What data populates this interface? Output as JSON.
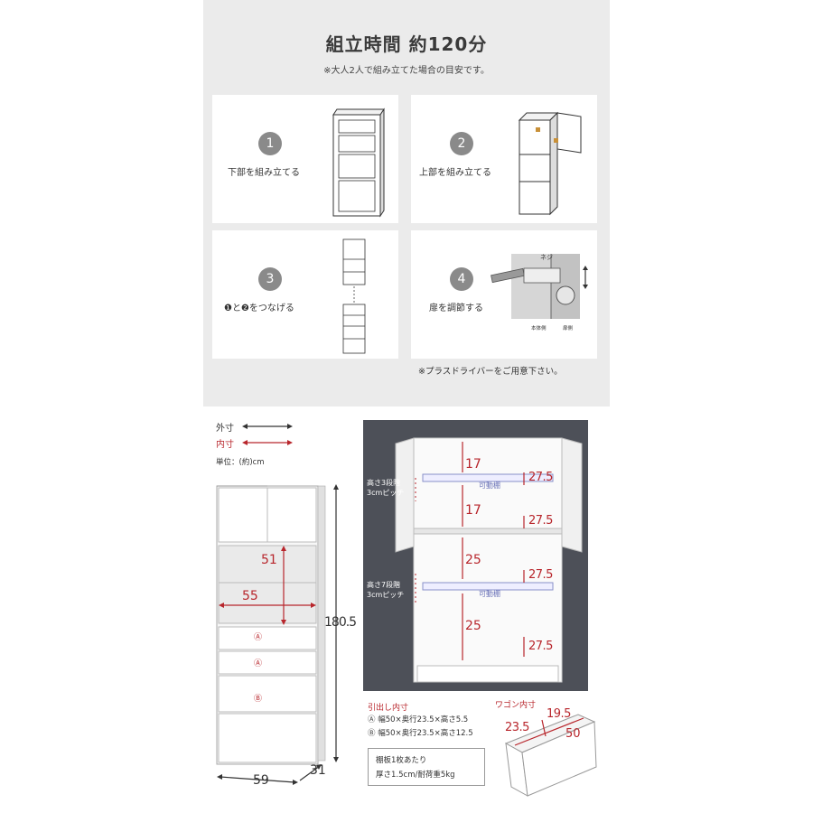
{
  "assembly": {
    "title": "組立時間 約120分",
    "subtitle": "※大人2人で組み立てた場合の目安です。",
    "steps": [
      {
        "number": "1",
        "label": "下部を組み立てる"
      },
      {
        "number": "2",
        "label": "上部を組み立てる"
      },
      {
        "number": "3",
        "label": "❶と❷をつなげる"
      },
      {
        "number": "4",
        "label": "扉を調節する"
      }
    ],
    "step4_figure": {
      "screw": "ネジ",
      "body_side": "本体側",
      "door_side": "扉側"
    },
    "driver_note": "※プラスドライバーをご用意下さい。"
  },
  "dimensions": {
    "legend_outer": "外寸",
    "legend_inner": "内寸",
    "unit": "単位：(約)cm",
    "height": "180.5",
    "width": "59",
    "depth": "31",
    "inner_width": "55",
    "inner_height": "51",
    "drawer_a": "Ⓐ",
    "drawer_b": "Ⓑ"
  },
  "interior": {
    "upper_heights": [
      "17",
      "17"
    ],
    "lower_heights": [
      "25",
      "25"
    ],
    "depths": [
      "27.5",
      "27.5",
      "27.5",
      "27.5"
    ],
    "upper_shelf_note_1": "高さ3段階",
    "upper_shelf_note_2": "3cmピッチ",
    "lower_shelf_note_1": "高さ7段階",
    "lower_shelf_note_2": "3cmピッチ",
    "movable_shelf": "可動棚"
  },
  "drawers": {
    "title": "引出し内寸",
    "a": "Ⓐ 幅50×奥行23.5×高さ5.5",
    "b": "Ⓑ 幅50×奥行23.5×高さ12.5"
  },
  "shelf_box": {
    "line1": "棚板1枚あたり",
    "line2": "厚さ1.5cm/耐荷重5kg"
  },
  "wagon": {
    "title": "ワゴン内寸",
    "height": "23.5",
    "depth": "19.5",
    "width": "50"
  },
  "colors": {
    "accent_red": "#b8262c",
    "panel_dark": "#4d5058",
    "panel_gray": "#ebebeb",
    "circle": "#8a8a8a"
  }
}
